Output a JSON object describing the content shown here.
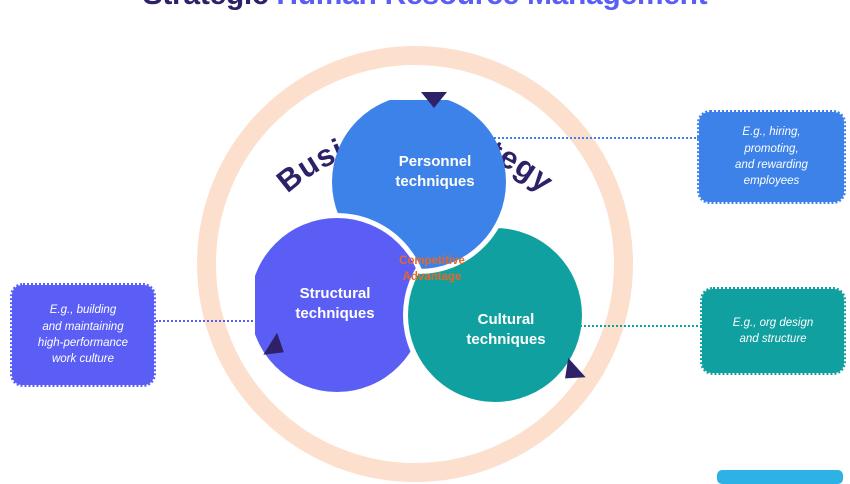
{
  "title": {
    "part1": "Strategic ",
    "part2": "Human Resource Management"
  },
  "ring": {
    "label": "Business Strategy",
    "color": "#fcdfcd",
    "label_color": "#2e2168"
  },
  "venn": {
    "center_label": "Competitive\nAdvantage",
    "center_label_color": "#e2692c",
    "circles": [
      {
        "name": "personnel",
        "label": "Personnel\ntechniques",
        "color": "#3d82e8"
      },
      {
        "name": "structural",
        "label": "Structural\ntechniques",
        "color": "#5b5ef5"
      },
      {
        "name": "cultural",
        "label": "Cultural\ntechniques",
        "color": "#11a0a0"
      }
    ]
  },
  "callouts": [
    {
      "name": "personnel",
      "text": "E.g., hiring,\npromoting,\nand rewarding\nemployees",
      "color": "#3d82e8"
    },
    {
      "name": "cultural",
      "text": "E.g., org design\nand structure",
      "color": "#11a0a0"
    },
    {
      "name": "structural",
      "text": "E.g., building\nand maintaining\nhigh-performance\nwork culture",
      "color": "#5b5ef5"
    }
  ],
  "arrows": {
    "color": "#2e2168",
    "count": 3
  },
  "bottom_bar": {
    "color": "#2cb2e4"
  }
}
